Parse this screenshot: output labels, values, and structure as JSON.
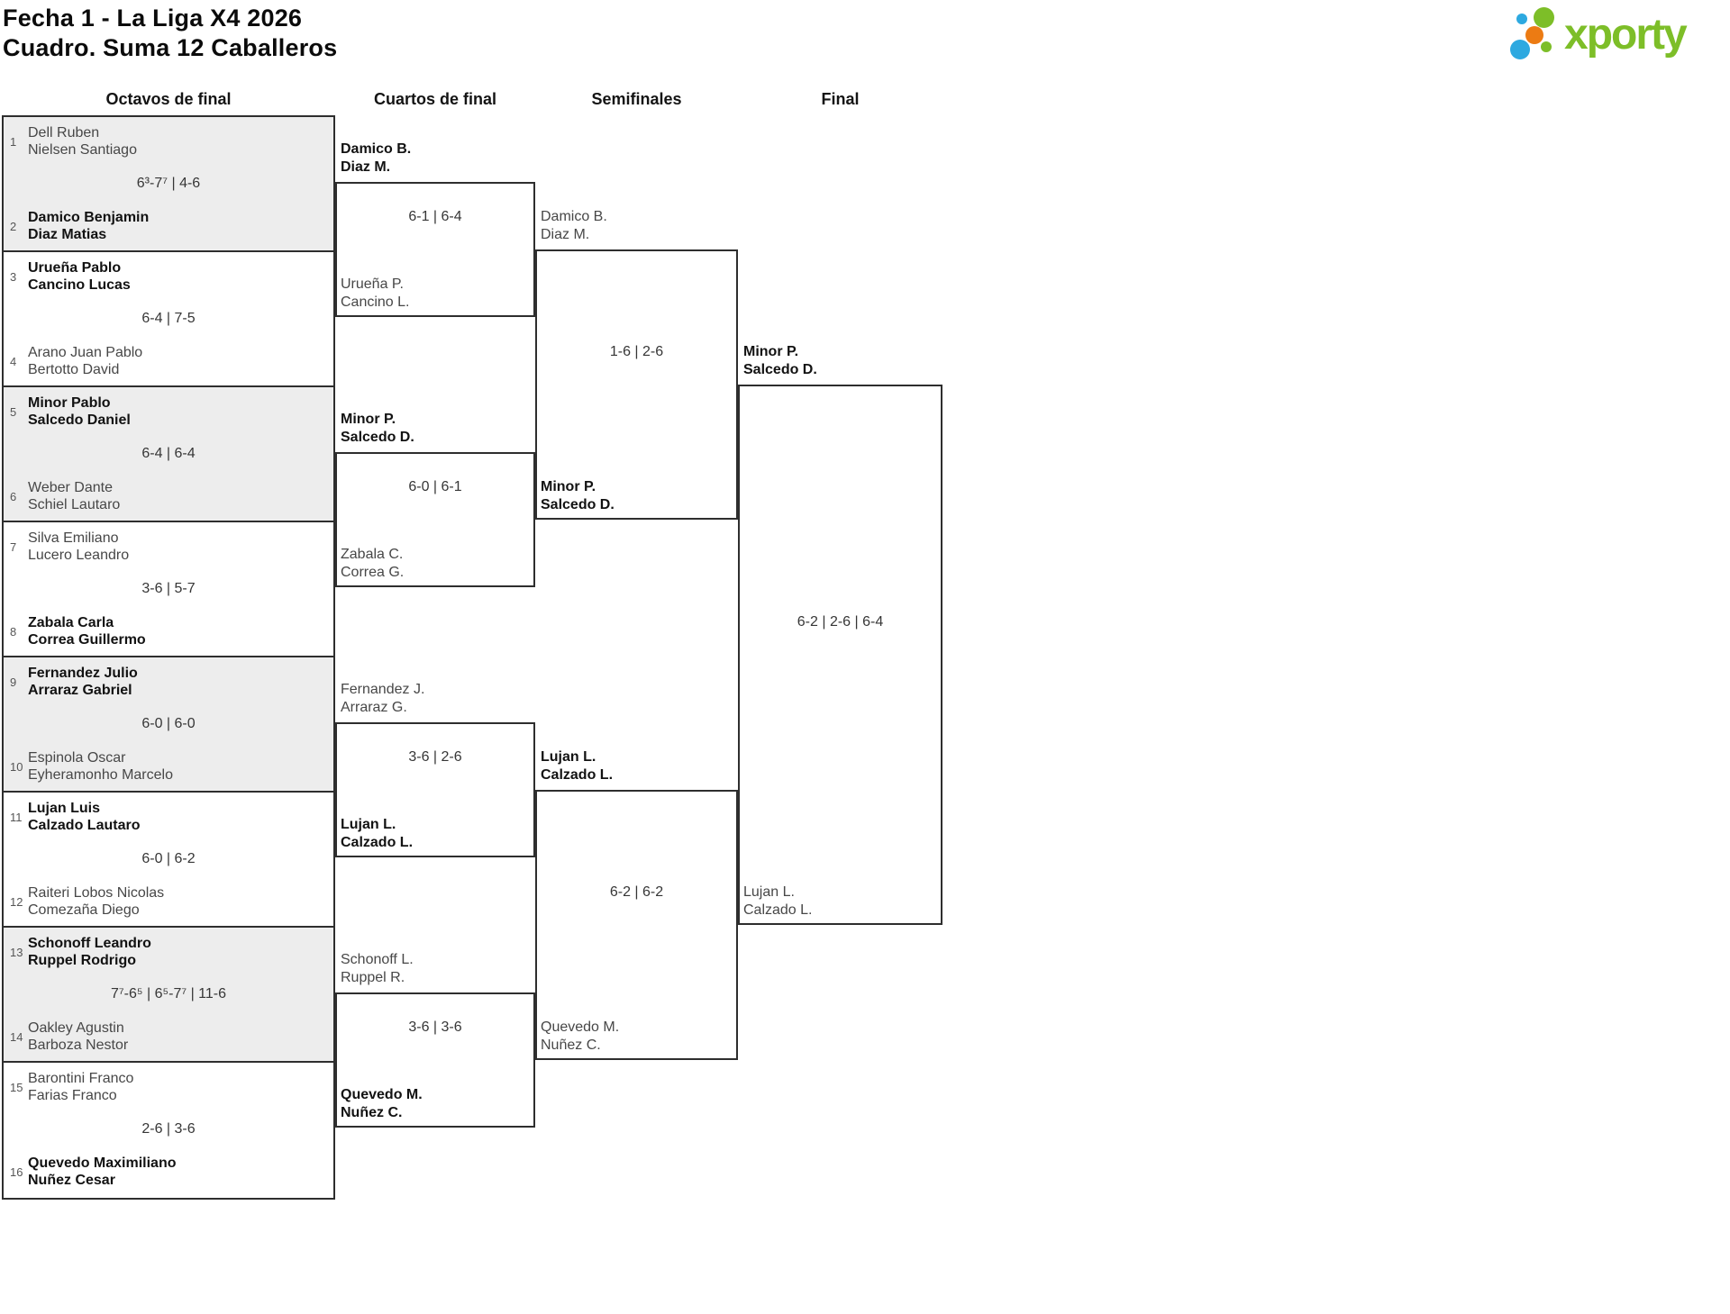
{
  "header": {
    "title_line1": "Fecha 1 - La Liga X4 2026",
    "title_line2": "Cuadro. Suma 12 Caballeros",
    "logo_text": "xporty"
  },
  "colors": {
    "shaded_row": "#ededed",
    "line": "#2e2e2e",
    "logo_green": "#7dbe28",
    "logo_blue": "#2da9e0",
    "logo_orange": "#ec7b13"
  },
  "rounds": [
    "Octavos de final",
    "Cuartos de final",
    "Semifinales",
    "Final"
  ],
  "octavos": [
    {
      "seed_top": "1",
      "top": [
        "Dell Ruben",
        "Nielsen Santiago"
      ],
      "top_winner": false,
      "score": "6³-7⁷ | 4-6",
      "seed_bottom": "2",
      "bottom": [
        "Damico Benjamin",
        "Diaz Matias"
      ],
      "bottom_winner": true,
      "shaded": true
    },
    {
      "seed_top": "3",
      "top": [
        "Urueña Pablo",
        "Cancino Lucas"
      ],
      "top_winner": true,
      "score": "6-4 | 7-5",
      "seed_bottom": "4",
      "bottom": [
        "Arano Juan Pablo",
        "Bertotto David"
      ],
      "bottom_winner": false,
      "shaded": false
    },
    {
      "seed_top": "5",
      "top": [
        "Minor Pablo",
        "Salcedo Daniel"
      ],
      "top_winner": true,
      "score": "6-4 | 6-4",
      "seed_bottom": "6",
      "bottom": [
        "Weber Dante",
        "Schiel Lautaro"
      ],
      "bottom_winner": false,
      "shaded": true
    },
    {
      "seed_top": "7",
      "top": [
        "Silva Emiliano",
        "Lucero Leandro"
      ],
      "top_winner": false,
      "score": "3-6 | 5-7",
      "seed_bottom": "8",
      "bottom": [
        "Zabala Carla",
        "Correa Guillermo"
      ],
      "bottom_winner": true,
      "shaded": false
    },
    {
      "seed_top": "9",
      "top": [
        "Fernandez Julio",
        "Arraraz Gabriel"
      ],
      "top_winner": true,
      "score": "6-0 | 6-0",
      "seed_bottom": "10",
      "bottom": [
        "Espinola Oscar",
        "Eyheramonho Marcelo"
      ],
      "bottom_winner": false,
      "shaded": true
    },
    {
      "seed_top": "11",
      "top": [
        "Lujan Luis",
        "Calzado Lautaro"
      ],
      "top_winner": true,
      "score": "6-0 | 6-2",
      "seed_bottom": "12",
      "bottom": [
        "Raiteri Lobos Nicolas",
        "Comezaña Diego"
      ],
      "bottom_winner": false,
      "shaded": false
    },
    {
      "seed_top": "13",
      "top": [
        "Schonoff Leandro",
        "Ruppel Rodrigo"
      ],
      "top_winner": true,
      "score": "7⁷-6⁵ | 6⁵-7⁷ | 11-6",
      "seed_bottom": "14",
      "bottom": [
        "Oakley Agustin",
        "Barboza Nestor"
      ],
      "bottom_winner": false,
      "shaded": true
    },
    {
      "seed_top": "15",
      "top": [
        "Barontini Franco",
        "Farias Franco"
      ],
      "top_winner": false,
      "score": "2-6 | 3-6",
      "seed_bottom": "16",
      "bottom": [
        "Quevedo Maximiliano",
        "Nuñez Cesar"
      ],
      "bottom_winner": true,
      "shaded": false
    }
  ],
  "cuartos": [
    {
      "top": [
        "Damico B.",
        "Diaz M."
      ],
      "top_winner": true,
      "score": "6-1 | 6-4",
      "bottom": [
        "Urueña P.",
        "Cancino L."
      ],
      "bottom_winner": false
    },
    {
      "top": [
        "Minor P.",
        "Salcedo D."
      ],
      "top_winner": true,
      "score": "6-0 | 6-1",
      "bottom": [
        "Zabala C.",
        "Correa G."
      ],
      "bottom_winner": false
    },
    {
      "top": [
        "Fernandez J.",
        "Arraraz G."
      ],
      "top_winner": false,
      "score": "3-6 | 2-6",
      "bottom": [
        "Lujan L.",
        "Calzado L."
      ],
      "bottom_winner": true
    },
    {
      "top": [
        "Schonoff L.",
        "Ruppel R."
      ],
      "top_winner": false,
      "score": "3-6 | 3-6",
      "bottom": [
        "Quevedo M.",
        "Nuñez C."
      ],
      "bottom_winner": true
    }
  ],
  "semifinales": [
    {
      "top": [
        "Damico B.",
        "Diaz M."
      ],
      "top_winner": false,
      "score": "1-6 | 2-6",
      "bottom": [
        "Minor P.",
        "Salcedo D."
      ],
      "bottom_winner": true
    },
    {
      "top": [
        "Lujan L.",
        "Calzado L."
      ],
      "top_winner": true,
      "score": "6-2 | 6-2",
      "bottom": [
        "Quevedo M.",
        "Nuñez C."
      ],
      "bottom_winner": false
    }
  ],
  "final": {
    "top": [
      "Minor P.",
      "Salcedo D."
    ],
    "top_winner": true,
    "score": "6-2 | 2-6 | 6-4",
    "bottom": [
      "Lujan L.",
      "Calzado L."
    ],
    "bottom_winner": false
  }
}
